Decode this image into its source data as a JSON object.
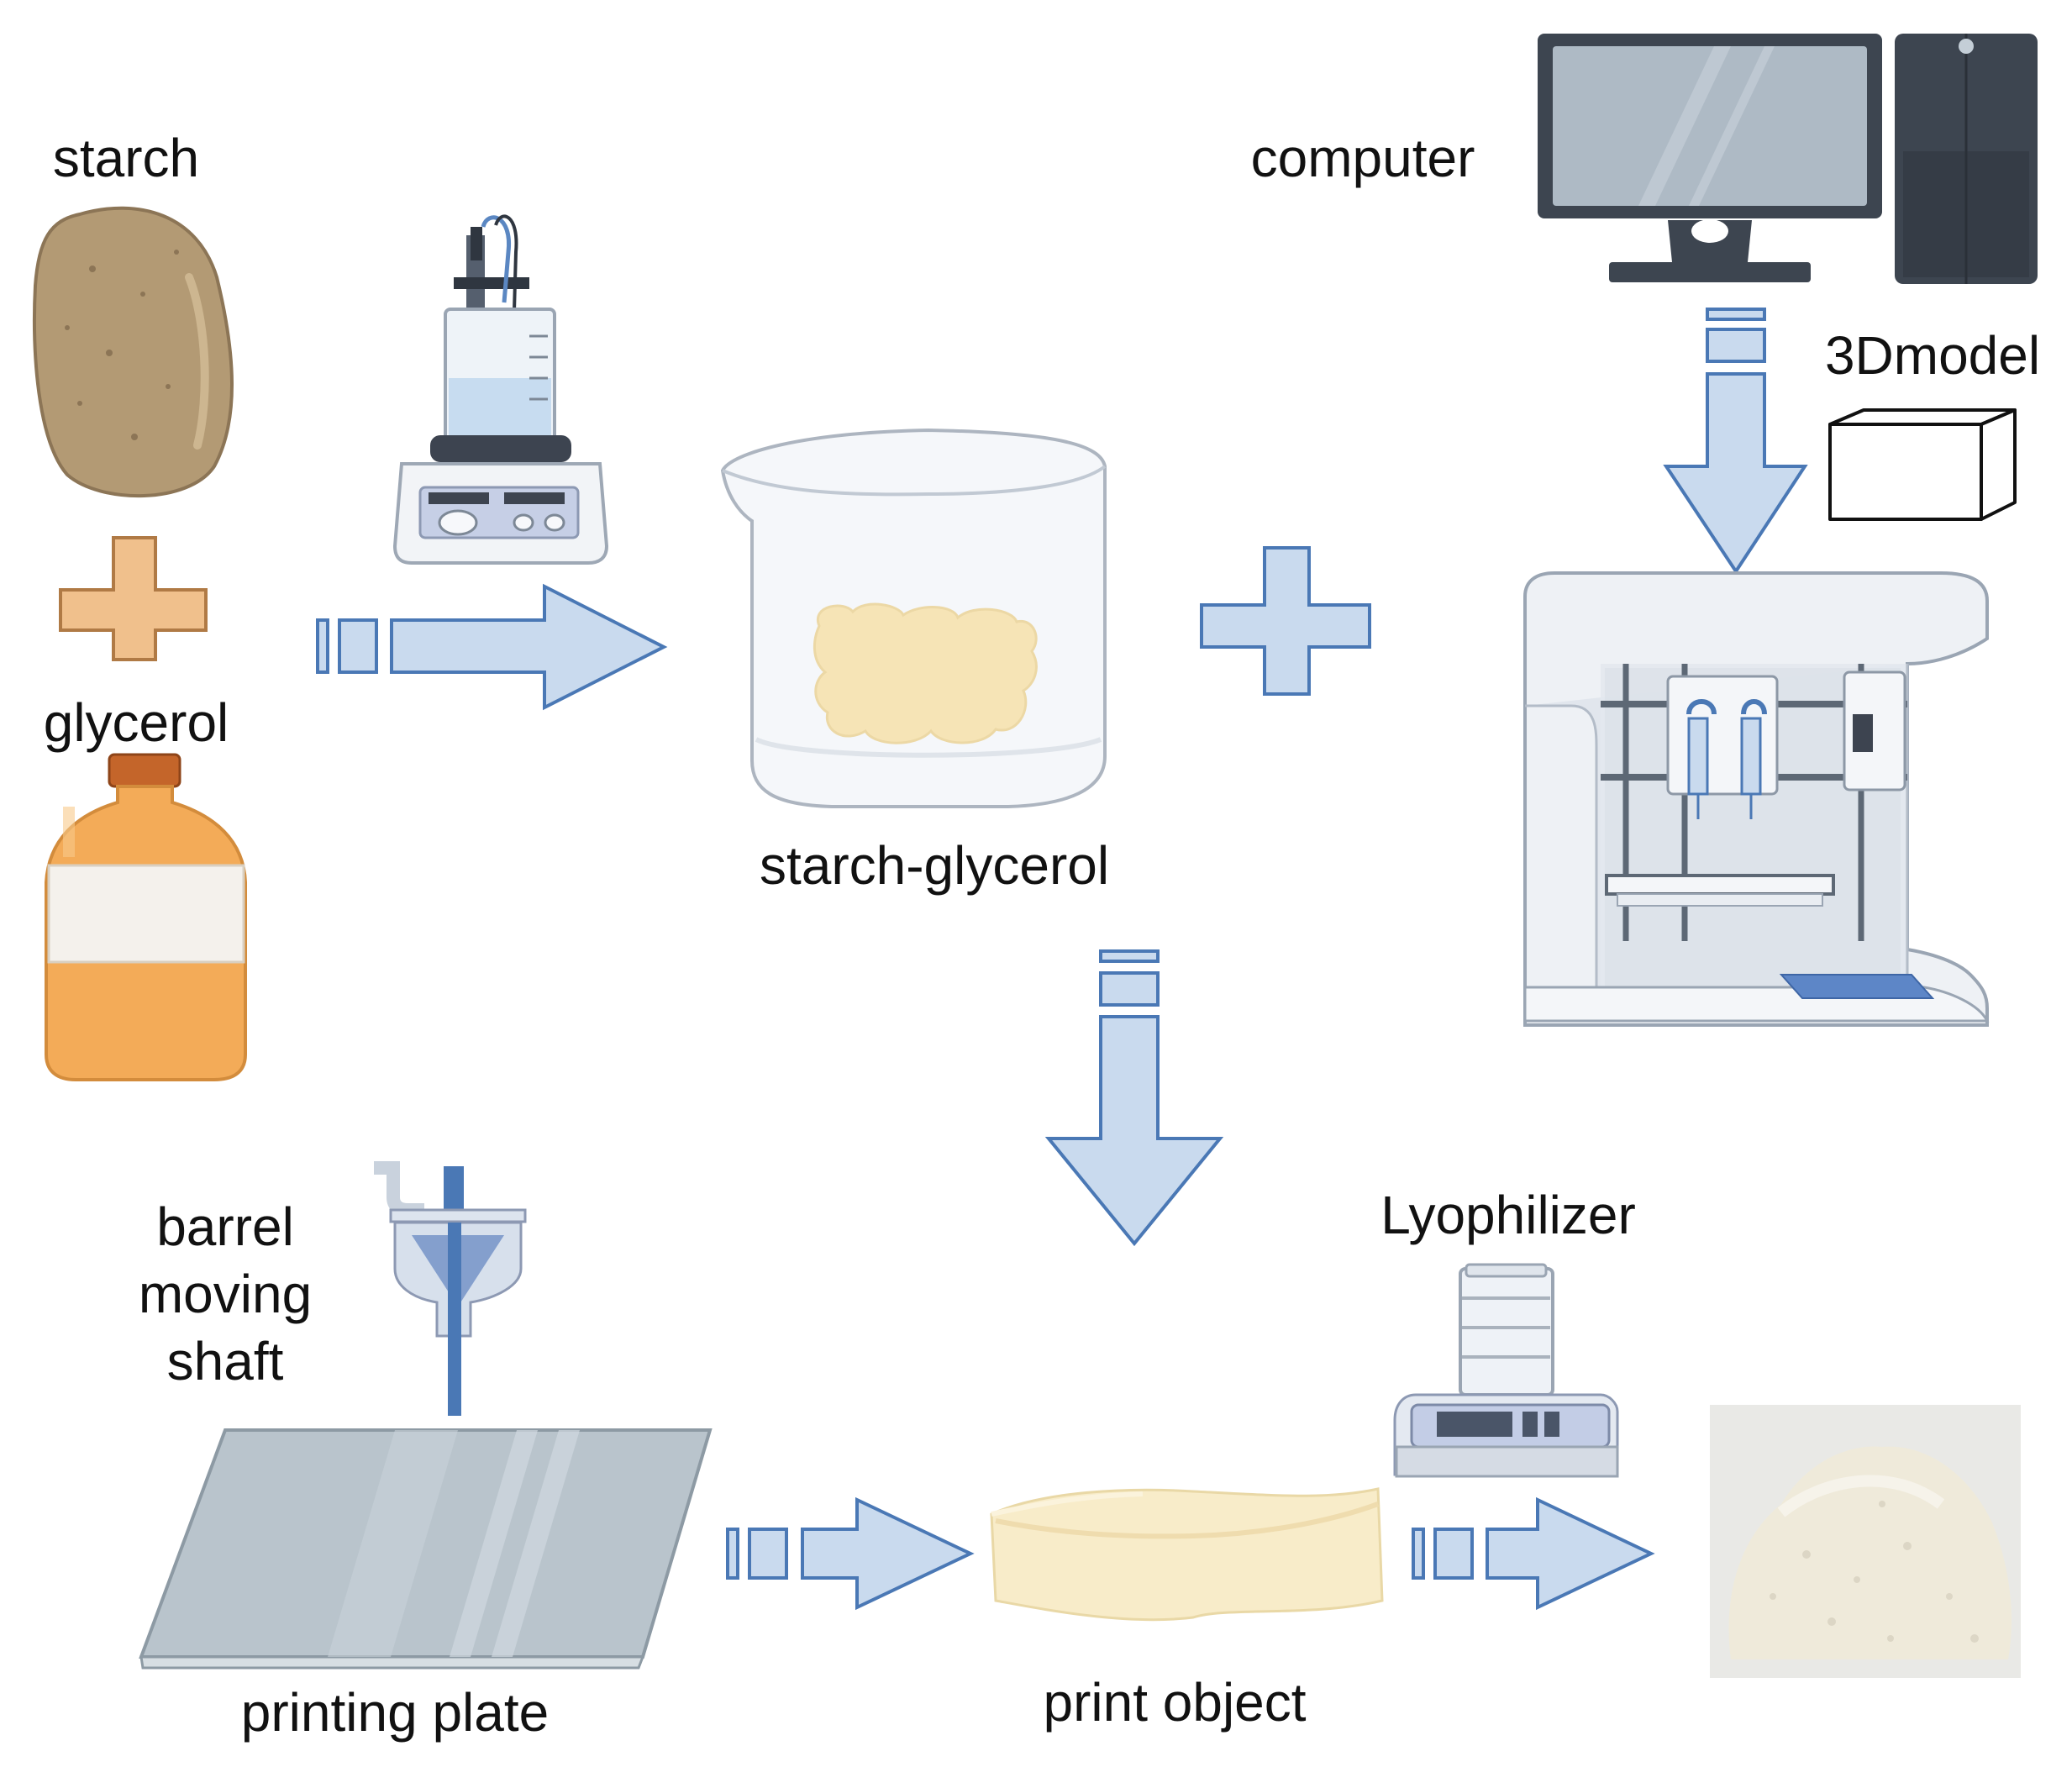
{
  "labels": {
    "starch": "starch",
    "glycerol": "glycerol",
    "starch_glycerol": "starch-glycerol",
    "computer": "computer",
    "model_3d": "3Dmodel",
    "barrel": "barrel",
    "moving": "moving",
    "shaft": "shaft",
    "lyophilizer": "Lyophilizer",
    "printing_plate": "printing plate",
    "print_object": "print object"
  },
  "colors": {
    "arrow_fill": "#c9daee",
    "arrow_stroke": "#4a78b5",
    "plus_fill": "#f0c08c",
    "plus_stroke": "#b07a45",
    "potato": "#b39a74",
    "bottle": "#f3ab58",
    "bottle_cap": "#c4652a",
    "printer_panel": "#eef1f5",
    "computer_dark": "#3d4550",
    "dough": "#f6e4b6",
    "powder": "#efeada"
  }
}
